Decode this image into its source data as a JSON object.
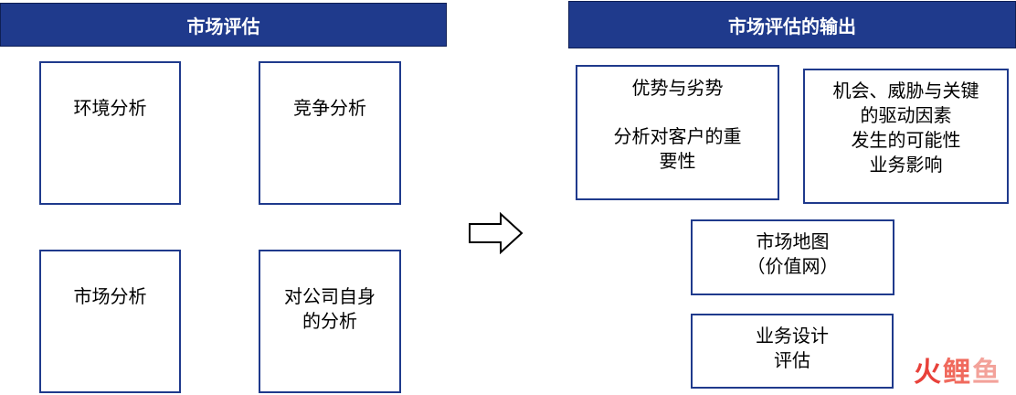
{
  "left": {
    "header": "市场评估",
    "boxes": [
      {
        "lines": [
          "环境分析"
        ]
      },
      {
        "lines": [
          "竞争分析"
        ]
      },
      {
        "lines": [
          "市场分析"
        ]
      },
      {
        "lines": [
          "对公司自身",
          "的分析"
        ]
      }
    ]
  },
  "right": {
    "header": "市场评估的输出",
    "box1": {
      "line1": "优势与劣势",
      "line2": "分析对客户的重",
      "line3": "要性"
    },
    "box2": {
      "line1": "机会、威胁与关键",
      "line2": "的驱动因素",
      "line3": "发生的可能性",
      "line4": "业务影响"
    },
    "box3": {
      "line1": "市场地图",
      "line2": "（价值网）"
    },
    "box4": {
      "line1": "业务设计",
      "line2": "评估"
    }
  },
  "watermark": {
    "c1": "火",
    "c2": "鲤",
    "c3": "鱼"
  },
  "colors": {
    "header_bg": "#1f3a8c",
    "border": "#1f3a8c"
  }
}
